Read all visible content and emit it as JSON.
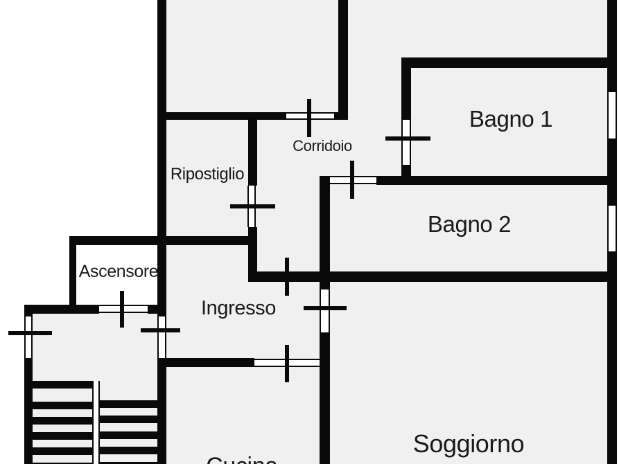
{
  "floorplan": {
    "rooms": [
      {
        "id": "bagno-1",
        "label": "Bagno 1"
      },
      {
        "id": "bagno-2",
        "label": "Bagno 2"
      },
      {
        "id": "corridoio",
        "label": "Corridoio"
      },
      {
        "id": "ripostiglio",
        "label": "Ripostiglio"
      },
      {
        "id": "ascensore",
        "label": "Ascensore"
      },
      {
        "id": "ingresso",
        "label": "Ingresso"
      },
      {
        "id": "soggiorno",
        "label": "Soggiorno"
      },
      {
        "id": "cucina",
        "label": "Cucina"
      }
    ],
    "colors": {
      "wall": "#0a0a0a",
      "floor": "#f0f0f1",
      "exterior": "#ffffff",
      "text": "#1a1a1a"
    }
  }
}
